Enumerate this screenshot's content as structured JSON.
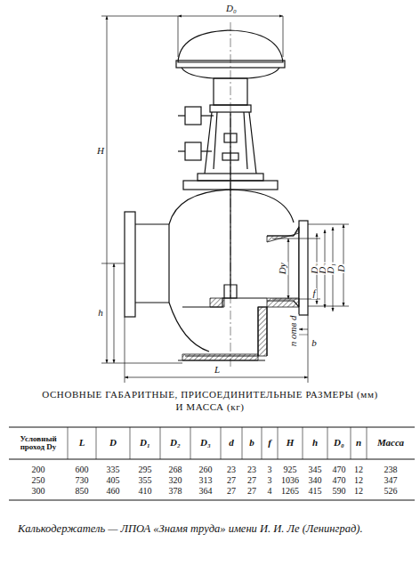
{
  "diagram": {
    "title": "ОСНОВНЫЕ ГАБАРИТНЫЕ, ПРИСОЕДИНИТЕЛЬНЫЕ РАЗМЕРЫ (мм) И МАССА (кг)",
    "caption": "Калькодержатель — ЛПОА «Знамя труда» имени И. И. Ле (Ленинград).",
    "labels": [
      "D₀",
      "H",
      "h",
      "L",
      "Dу",
      "D₃",
      "D₂",
      "D₁",
      "D",
      "f",
      "n отв d",
      "b",
      "Условный проход Dу",
      "L",
      "D",
      "D₁",
      "D₂",
      "D₃",
      "d",
      "b",
      "f",
      "H",
      "h",
      "D₀",
      "n",
      "Масса",
      "200",
      "600",
      "335",
      "295",
      "268",
      "260",
      "23",
      "23",
      "3",
      "925",
      "345",
      "470",
      "12",
      "238",
      "250",
      "730",
      "405",
      "355",
      "320",
      "313",
      "27",
      "27",
      "3",
      "1036",
      "340",
      "470",
      "12",
      "347",
      "300",
      "850",
      "460",
      "410",
      "378",
      "364",
      "27",
      "27",
      "4",
      "1265",
      "415",
      "590",
      "12",
      "526"
    ]
  }
}
